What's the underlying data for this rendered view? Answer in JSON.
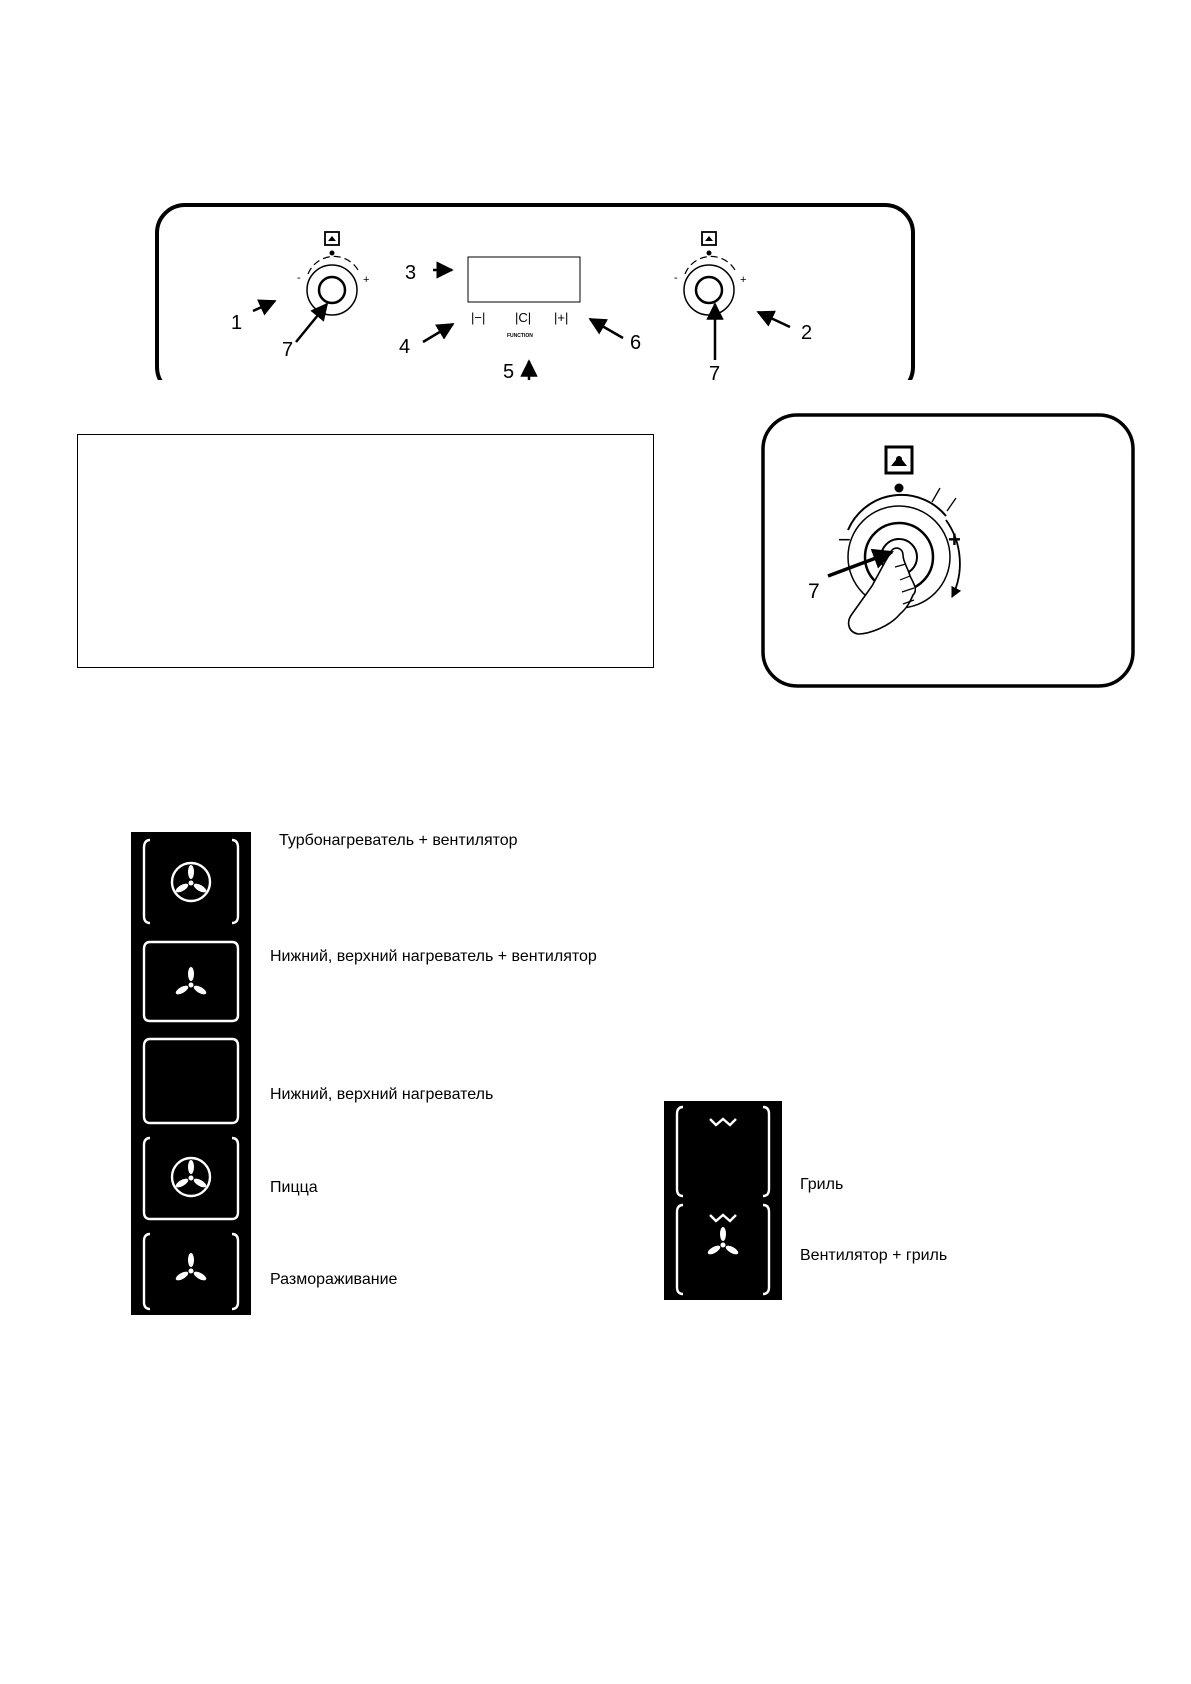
{
  "panel": {
    "callouts": [
      "1",
      "2",
      "3",
      "4",
      "5",
      "6",
      "7",
      "7"
    ],
    "buttons": [
      "|−|",
      "|C|",
      "|+|"
    ],
    "function_text": "FUNCTION"
  },
  "zoom": {
    "callout": "7",
    "minus": "−",
    "plus": "+"
  },
  "modes": [
    {
      "label": "Турбонагреватель +  вентилятор",
      "icon": "ring-fan-icon"
    },
    {
      "label": "Нижний, верхний нагреватель + вентилятор",
      "icon": "fan-icon"
    },
    {
      "label": "Нижний, верхний нагреватель",
      "icon": "top-bottom-heater-icon"
    },
    {
      "label": "Пицца",
      "icon": "ring-fan-icon"
    },
    {
      "label": "Размораживание",
      "icon": "fan-icon"
    },
    {
      "label": "Гриль",
      "icon": "grill-icon"
    },
    {
      "label": "Вентилятор + гриль",
      "icon": "fan-grill-icon"
    }
  ]
}
